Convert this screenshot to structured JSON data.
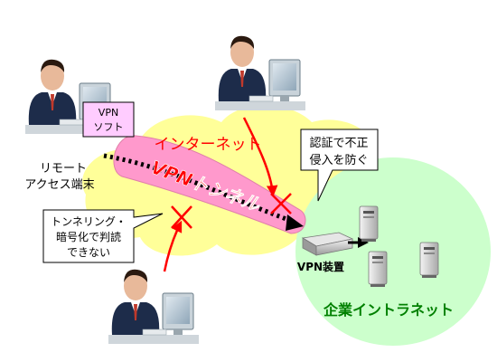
{
  "labels": {
    "vpn_soft_line1": "VPN",
    "vpn_soft_line2": "ソフト",
    "remote_line1": "リモート",
    "remote_line2": "アクセス端末",
    "internet": "インターネット",
    "auth_line1": "認証で不正",
    "auth_line2": "侵入を防ぐ",
    "tunnel": "VPNトンネル",
    "tunneling_line1": "トンネリング・",
    "tunneling_line2": "暗号化で判読",
    "tunneling_line3": "できない",
    "vpn_device": "VPN装置",
    "intranet": "企業イントラネット"
  },
  "colors": {
    "internet_cloud": "#FFFF99",
    "intranet_cloud": "#CCFFCC",
    "tunnel": "#FF99CC",
    "vpn_soft_bg": "#FFCCFF",
    "attack": "#FF0000",
    "internet_text": "#FF0000",
    "intranet_text": "#008000",
    "tunnel_text": "#FF0000"
  },
  "icons": [
    "person-at-computer-icon",
    "server-icon",
    "vpn-appliance-icon",
    "blocked-x-icon"
  ]
}
